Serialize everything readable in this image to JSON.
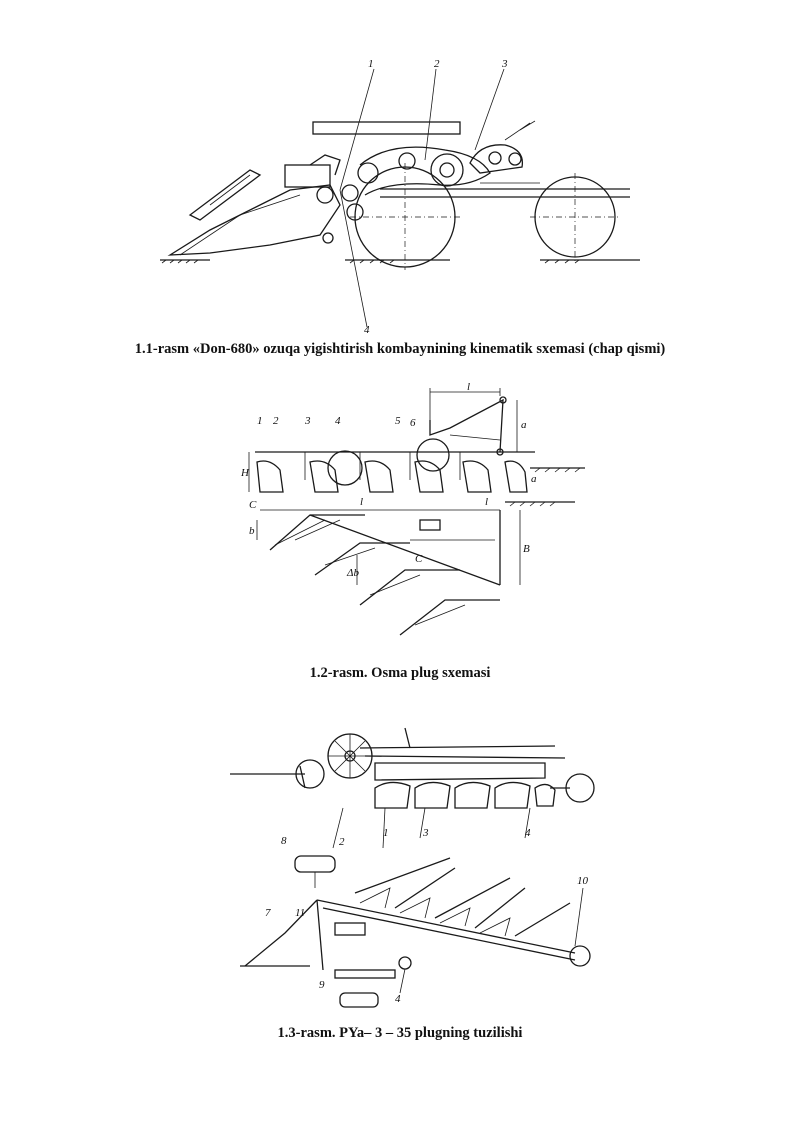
{
  "figures": [
    {
      "caption": "1.1-rasm «Don-680» ozuqa yigishtirish kombaynining kinematik sxemasi (chap qismi)",
      "labels": [
        "1",
        "2",
        "3",
        "4"
      ]
    },
    {
      "caption": "1.2-rasm. Osma plug sxemasi",
      "labels": [
        "1",
        "2",
        "3",
        "4",
        "5",
        "6",
        "H",
        "l",
        "l",
        "a",
        "b",
        "Δb",
        "B",
        "C",
        "C",
        "l",
        "a"
      ]
    },
    {
      "caption": "1.3-rasm. PYa– 3 – 35 plugning tuzilishi",
      "labels": [
        "2",
        "1",
        "3",
        "4",
        "8",
        "7",
        "11",
        "10",
        "9",
        "4"
      ]
    }
  ]
}
